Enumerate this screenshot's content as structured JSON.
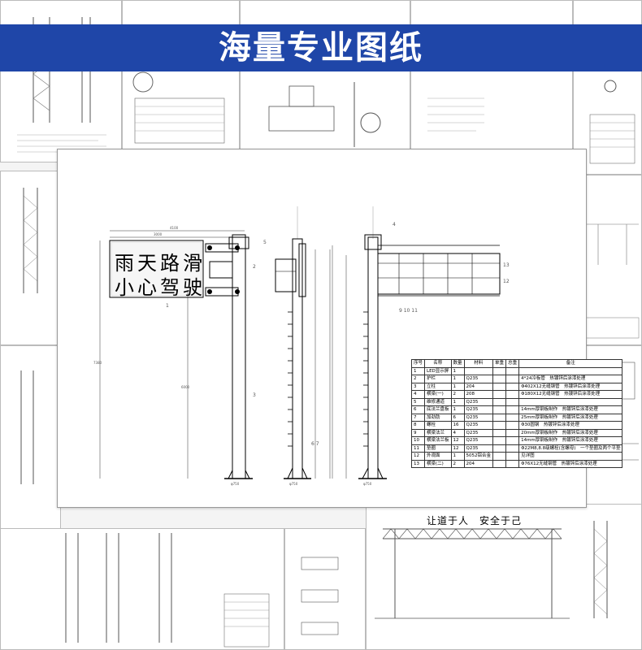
{
  "banner": {
    "title": "海量专业图纸"
  },
  "sign": {
    "line1": [
      "雨",
      "天",
      "路",
      "滑"
    ],
    "line2": [
      "小",
      "心",
      "驾",
      "驶"
    ]
  },
  "dims": {
    "top_width": "4100",
    "panel_width": "3000",
    "height_total": "7380",
    "pole_height": "6000",
    "base_left": "φ750",
    "base_mid": "φ750",
    "base_right": "φ750"
  },
  "callouts": {
    "c1": "1",
    "c2": "2",
    "c3": "3",
    "c4": "4",
    "c5": "5",
    "c6": "6 7",
    "c7": "9 10 11",
    "c8": "13",
    "c9": "12"
  },
  "parts_table": {
    "headers": [
      "序号",
      "名称",
      "数量",
      "材料",
      "单重",
      "总重",
      "备注"
    ],
    "rows": [
      [
        "1",
        "LED显示屏",
        "1",
        "",
        "",
        "",
        ""
      ],
      [
        "2",
        "护栏",
        "1",
        "Q235",
        "",
        "",
        "4*24冷板管　热镀锌后涂漆处理"
      ],
      [
        "3",
        "立柱",
        "1",
        "204",
        "",
        "",
        "Φ402X12无缝钢管　热镀锌后涂漆处理"
      ],
      [
        "4",
        "横梁(一)",
        "2",
        "208",
        "",
        "",
        "Φ180X12无缝钢管　热镀锌后涂漆处理"
      ],
      [
        "5",
        "维修通道",
        "1",
        "Q235",
        "",
        "",
        ""
      ],
      [
        "6",
        "底法兰盘板",
        "1",
        "Q235",
        "",
        "",
        "14mm厚钢板制作　热镀锌后涂漆处理"
      ],
      [
        "7",
        "加劲肋",
        "6",
        "Q235",
        "",
        "",
        "25mm厚钢板制作　热镀锌后涂漆处理"
      ],
      [
        "8",
        "螺栓",
        "16",
        "Q235",
        "",
        "",
        "Φ30圆钢　热镀锌后涂漆处理"
      ],
      [
        "9",
        "横梁法兰",
        "4",
        "Q235",
        "",
        "",
        "20mm厚钢板制作　热镀锌后涂漆处理"
      ],
      [
        "10",
        "横梁法兰板",
        "12",
        "Q235",
        "",
        "",
        "14mm厚钢板制作　热镀锌后涂漆处理"
      ],
      [
        "11",
        "垫圈",
        "12",
        "Q235",
        "",
        "",
        "Φ22M8,8.8级螺栓(含螺母)　一个垫圈及两个平垫"
      ],
      [
        "12",
        "外观面",
        "1",
        "5052铝合金",
        "",
        "",
        "见详图"
      ],
      [
        "13",
        "横梁(二)",
        "2",
        "204",
        "",
        "",
        "Φ76X12无缝钢管　热镀锌后涂漆处理"
      ]
    ]
  },
  "slogan": "让道于人　安全于己"
}
